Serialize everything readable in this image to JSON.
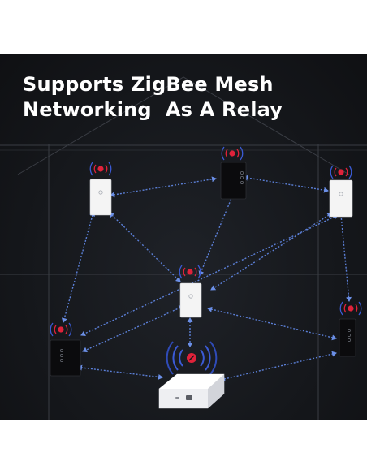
{
  "headline": {
    "line1": "Supports ZigBee Mesh",
    "line2": "Networking  As A Relay"
  },
  "colors": {
    "background": "#16181c",
    "house_outline": "#3a3d44",
    "mesh_arrow": "#5b7fd6",
    "signal_red": "#e0223a",
    "signal_blue": "#3b5bd6",
    "switch_white": "#f4f4f4",
    "switch_black": "#0c0c0e"
  },
  "devices": [
    {
      "name": "white-switch",
      "color": "white"
    },
    {
      "name": "black-switch",
      "color": "black"
    },
    {
      "name": "white-switch",
      "color": "white"
    },
    {
      "name": "white-switch",
      "color": "white"
    },
    {
      "name": "black-switch",
      "color": "black"
    },
    {
      "name": "black-switch",
      "color": "black"
    },
    {
      "name": "zigbee-hub",
      "color": "white"
    }
  ]
}
